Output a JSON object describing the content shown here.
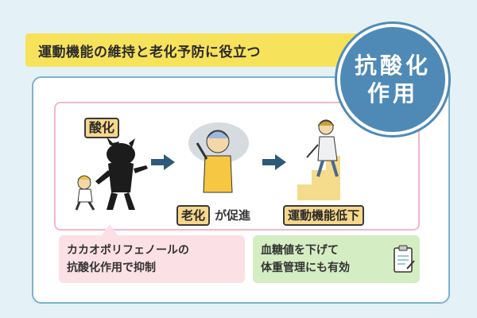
{
  "banner": {
    "text": "運動機能の維持と老化予防に役立つ"
  },
  "badge": {
    "line1": "抗酸化",
    "line2": "作用"
  },
  "flow": {
    "oxidation_label": "酸化",
    "aging_label": "老化",
    "aging_suffix": "が促進",
    "motor_label": "運動機能低下"
  },
  "notes": {
    "cacao": [
      "カカオポリフェノールの",
      "抗酸化作用で抑制"
    ],
    "blood_sugar": [
      "血糖値を下げて",
      "体重管理にも有効"
    ]
  },
  "icons": {
    "arrow": "arrow-right-icon",
    "clipboard": "clipboard-icon"
  },
  "colors": {
    "background": "#e4f2f7",
    "banner": "#f7e25b",
    "badge": "#4f8ab7",
    "card_border": "#7bb2cf",
    "pink": "#fbe0e6",
    "green": "#d5edc3",
    "tag": "#f6d78b"
  }
}
